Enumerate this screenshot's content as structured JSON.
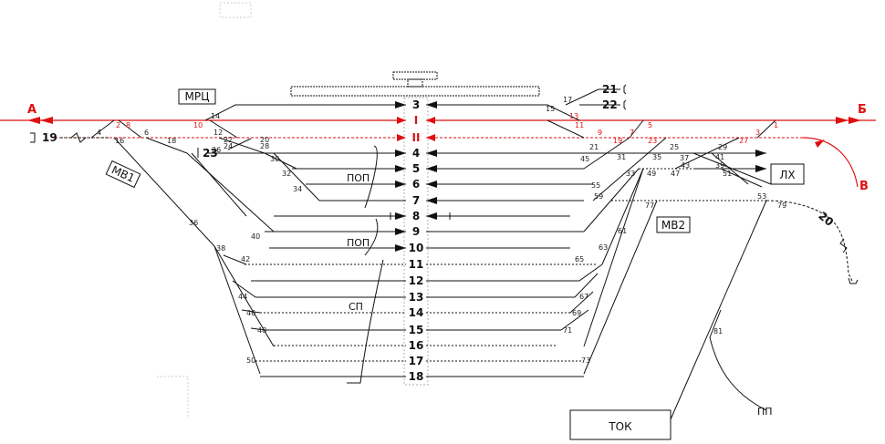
{
  "directions": {
    "a": "А",
    "b": "Б",
    "v": "В"
  },
  "tracks": {
    "t3": "3",
    "t1": "I",
    "t2": "II",
    "t4": "4",
    "t5": "5",
    "t6": "6",
    "t7": "7",
    "t8": "8",
    "t9": "9",
    "t10": "10",
    "t11": "11",
    "t12": "12",
    "t13": "13",
    "t14": "14",
    "t15": "15",
    "t16": "16",
    "t17": "17",
    "t18": "18",
    "t19": "19",
    "t20": "20",
    "t21": "21",
    "t22": "22",
    "t23": "23"
  },
  "areas": {
    "mrc": "МРЦ",
    "mv1": "МВ1",
    "mv2": "МВ2",
    "lh": "ЛХ",
    "tok": "ТОК",
    "pop1": "ПОП",
    "pop2": "ПОП",
    "sp": "СП",
    "pp": "ПП"
  },
  "switches_left": {
    "s14": "14",
    "s10": "10",
    "s12": "12",
    "s4": "4",
    "s2": "2",
    "s8": "8",
    "s6": "6",
    "s16": "16",
    "s18": "18",
    "s20": "20",
    "s22": "22",
    "s24": "24",
    "s26": "26",
    "s28": "28",
    "s30": "30",
    "s32": "32",
    "s34": "34",
    "s36": "36",
    "s38": "38",
    "s40": "40",
    "s42": "42",
    "s44": "44",
    "s46": "46",
    "s48": "48",
    "s50": "50"
  },
  "switches_right": {
    "s17": "17",
    "s15": "15",
    "s13": "13",
    "s11": "11",
    "s9": "9",
    "s7": "7",
    "s5": "5",
    "s3": "3",
    "s1": "1",
    "s19": "19",
    "s21": "21",
    "s23": "23",
    "s25": "25",
    "s27": "27",
    "s29": "29",
    "s31": "31",
    "s33": "33",
    "s35": "35",
    "s37": "37",
    "s39": "39",
    "s41": "41",
    "s43": "43",
    "s45": "45",
    "s47": "47",
    "s49": "49",
    "s51": "51",
    "s53": "53",
    "s55": "55",
    "s59": "59",
    "s61": "61",
    "s63": "63",
    "s65": "65",
    "s67": "67",
    "s69": "69",
    "s71": "71",
    "s73": "73",
    "s77": "77",
    "s79": "79",
    "s81": "81"
  },
  "colors": {
    "main_track": "#e01010",
    "track": "#111111"
  }
}
